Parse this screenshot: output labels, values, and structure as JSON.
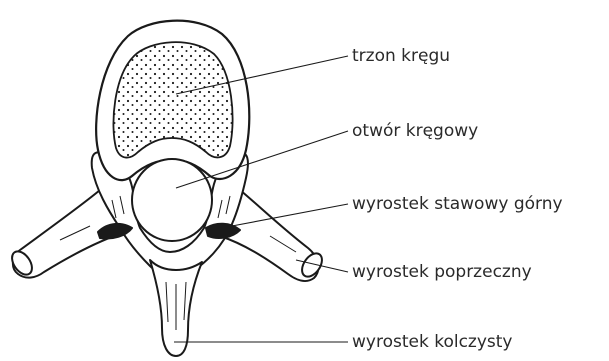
{
  "diagram": {
    "subject": "vertebra-superior-view",
    "labels": {
      "body": "trzon kręgu",
      "foramen": "otwór kręgowy",
      "superior_articular": "wyrostek stawowy górny",
      "transverse": "wyrostek poprzeczny",
      "spinous": "wyrostek kolczysty"
    },
    "colors": {
      "ink": "#1a1a1a",
      "text": "#2a2a2a",
      "background": "#ffffff"
    }
  }
}
